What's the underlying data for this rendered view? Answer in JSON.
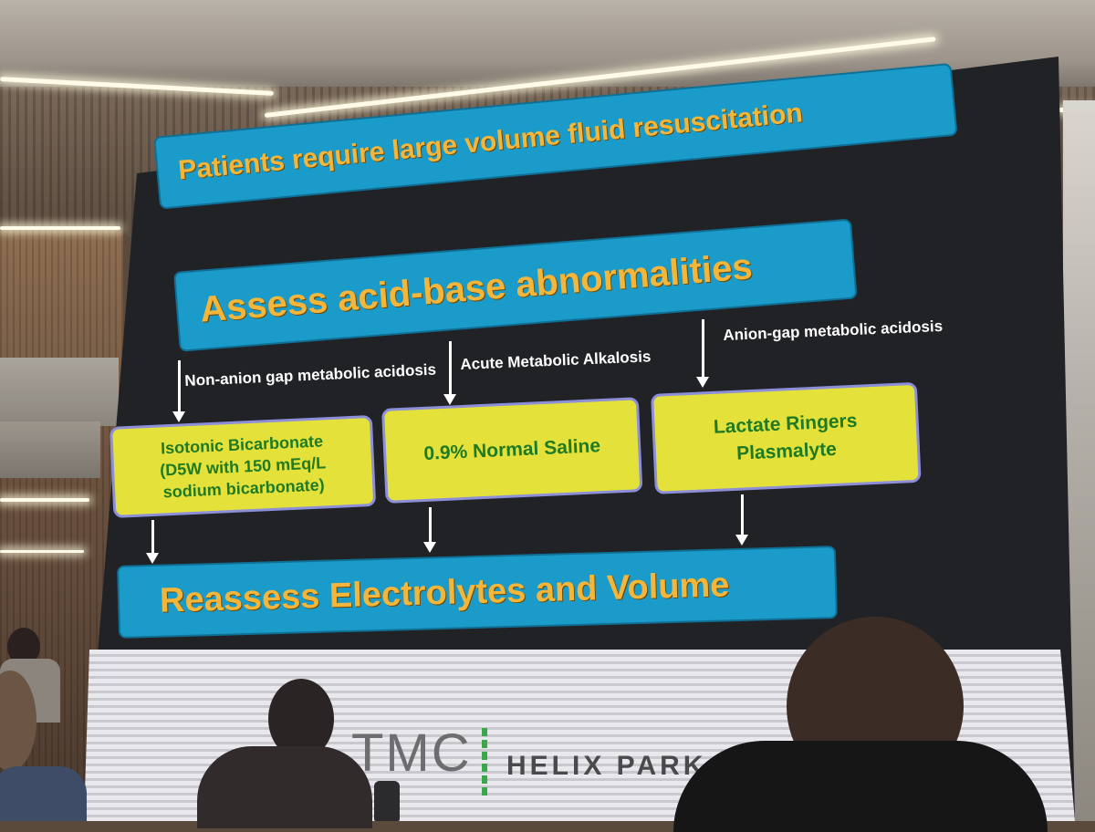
{
  "slide": {
    "top_box": "Patients require large volume fluid resuscitation",
    "assess_box": "Assess acid-base abnormalities",
    "branches": [
      {
        "label": "Non-anion gap metabolic acidosis",
        "treatment": [
          "Isotonic Bicarbonate",
          "(D5W with 150 mEq/L",
          "sodium bicarbonate)"
        ]
      },
      {
        "label": "Acute Metabolic Alkalosis",
        "treatment": [
          "0.9% Normal Saline"
        ]
      },
      {
        "label": "Anion-gap metabolic acidosis",
        "treatment": [
          "Lactate Ringers",
          "Plasmalyte"
        ]
      }
    ],
    "bottom_box": "Reassess Electrolytes and Volume"
  },
  "logo": {
    "brand": "TMC",
    "sub": "HELIX PARK"
  },
  "colors": {
    "blue_box": "#1b9bc9",
    "yellow_box": "#e4e23a",
    "title_text": "#f3b63a",
    "treatment_text": "#1f7a23"
  }
}
